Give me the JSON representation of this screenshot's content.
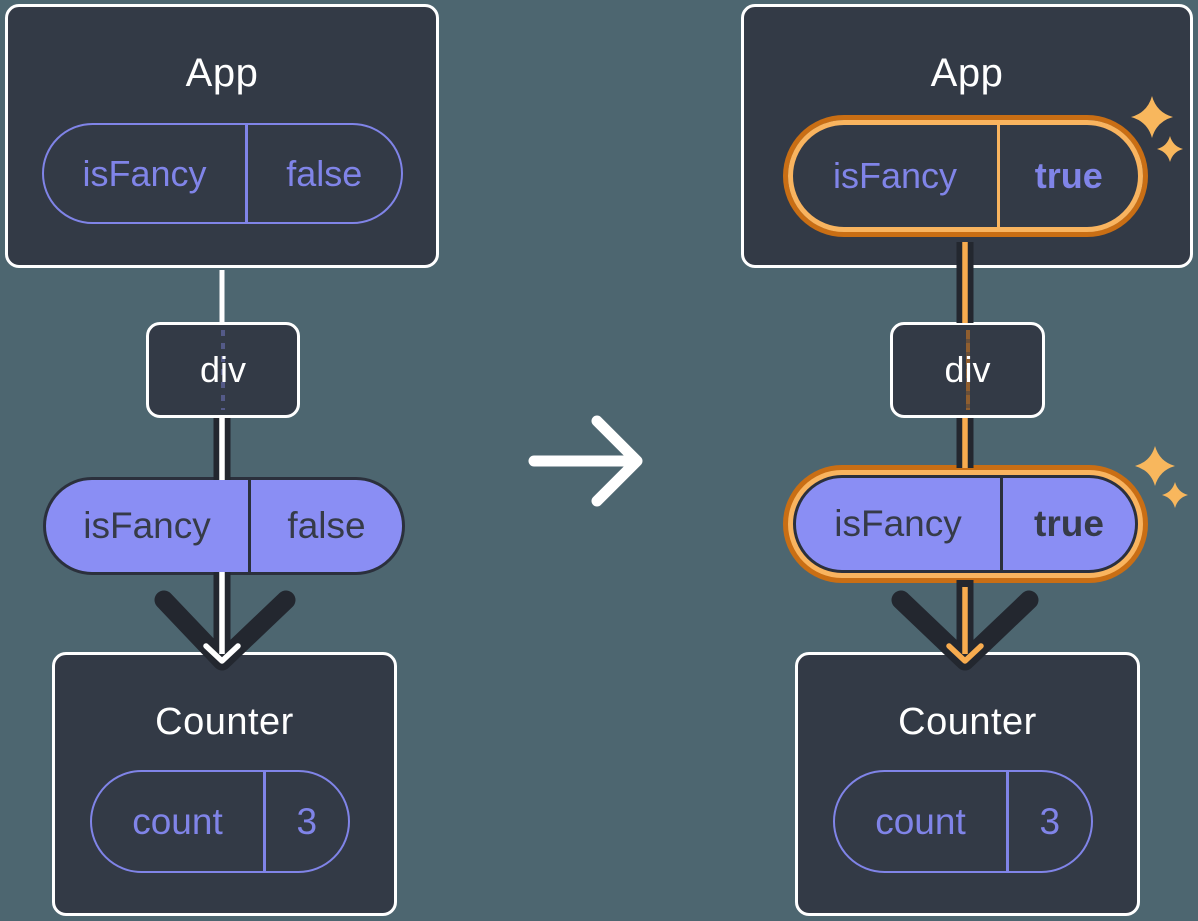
{
  "colors": {
    "background": "#4D6670",
    "card": "#333A46",
    "purple": "#8084E8",
    "pill_fill": "#8A8EF4",
    "pill_dark": "#2B303C",
    "pill_text_dark": "#363B48",
    "dark_line": "#23272F",
    "orange_outer": "#C96E14",
    "orange_inner": "#F9B45F",
    "orange_line": "#F8AC4F",
    "sparkle": "#F8B75D",
    "white": "#FFFFFF"
  },
  "icons": {
    "transition_arrow": "→",
    "sparkles": "✦✧",
    "down_arrow": "↓"
  },
  "panels": [
    {
      "highlighted": false,
      "app_title": "App",
      "app_prop_name": "isFancy",
      "app_prop_value": "false",
      "div_label": "div",
      "passed_prop_name": "isFancy",
      "passed_prop_value": "false",
      "counter_title": "Counter",
      "state_name": "count",
      "state_value": "3"
    },
    {
      "highlighted": true,
      "app_title": "App",
      "app_prop_name": "isFancy",
      "app_prop_value": "true",
      "div_label": "div",
      "passed_prop_name": "isFancy",
      "passed_prop_value": "true",
      "counter_title": "Counter",
      "state_name": "count",
      "state_value": "3"
    }
  ]
}
